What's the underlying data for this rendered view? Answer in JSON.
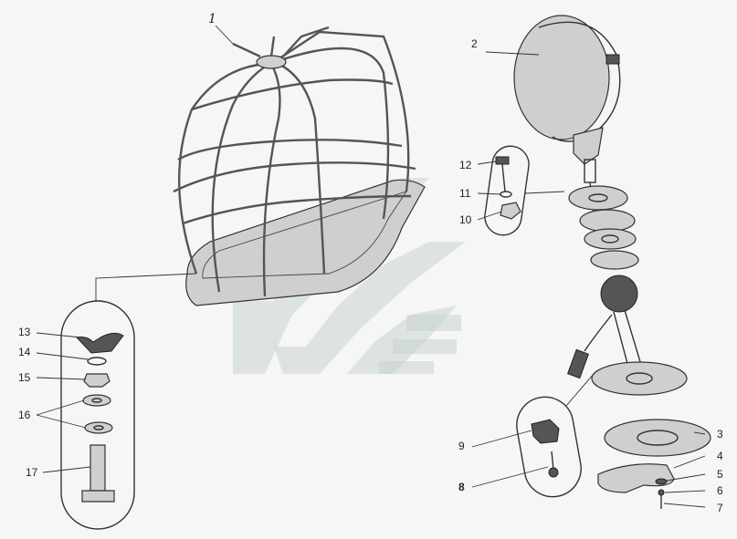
{
  "diagram": {
    "callouts": [
      {
        "id": "1",
        "text": "1"
      },
      {
        "id": "2",
        "text": "2"
      },
      {
        "id": "3",
        "text": "3"
      },
      {
        "id": "4",
        "text": "4"
      },
      {
        "id": "5",
        "text": "5"
      },
      {
        "id": "6",
        "text": "6"
      },
      {
        "id": "7",
        "text": "7"
      },
      {
        "id": "8",
        "text": "8"
      },
      {
        "id": "9",
        "text": "9"
      },
      {
        "id": "10",
        "text": "10"
      },
      {
        "id": "11",
        "text": "11"
      },
      {
        "id": "12",
        "text": "12"
      },
      {
        "id": "13",
        "text": "13"
      },
      {
        "id": "14",
        "text": "14"
      },
      {
        "id": "15",
        "text": "15"
      },
      {
        "id": "16",
        "text": "16"
      },
      {
        "id": "17",
        "text": "17"
      }
    ],
    "colors": {
      "background": "#f6f6f6",
      "linework": "#333333",
      "watermark": "#c9d3cf"
    }
  }
}
